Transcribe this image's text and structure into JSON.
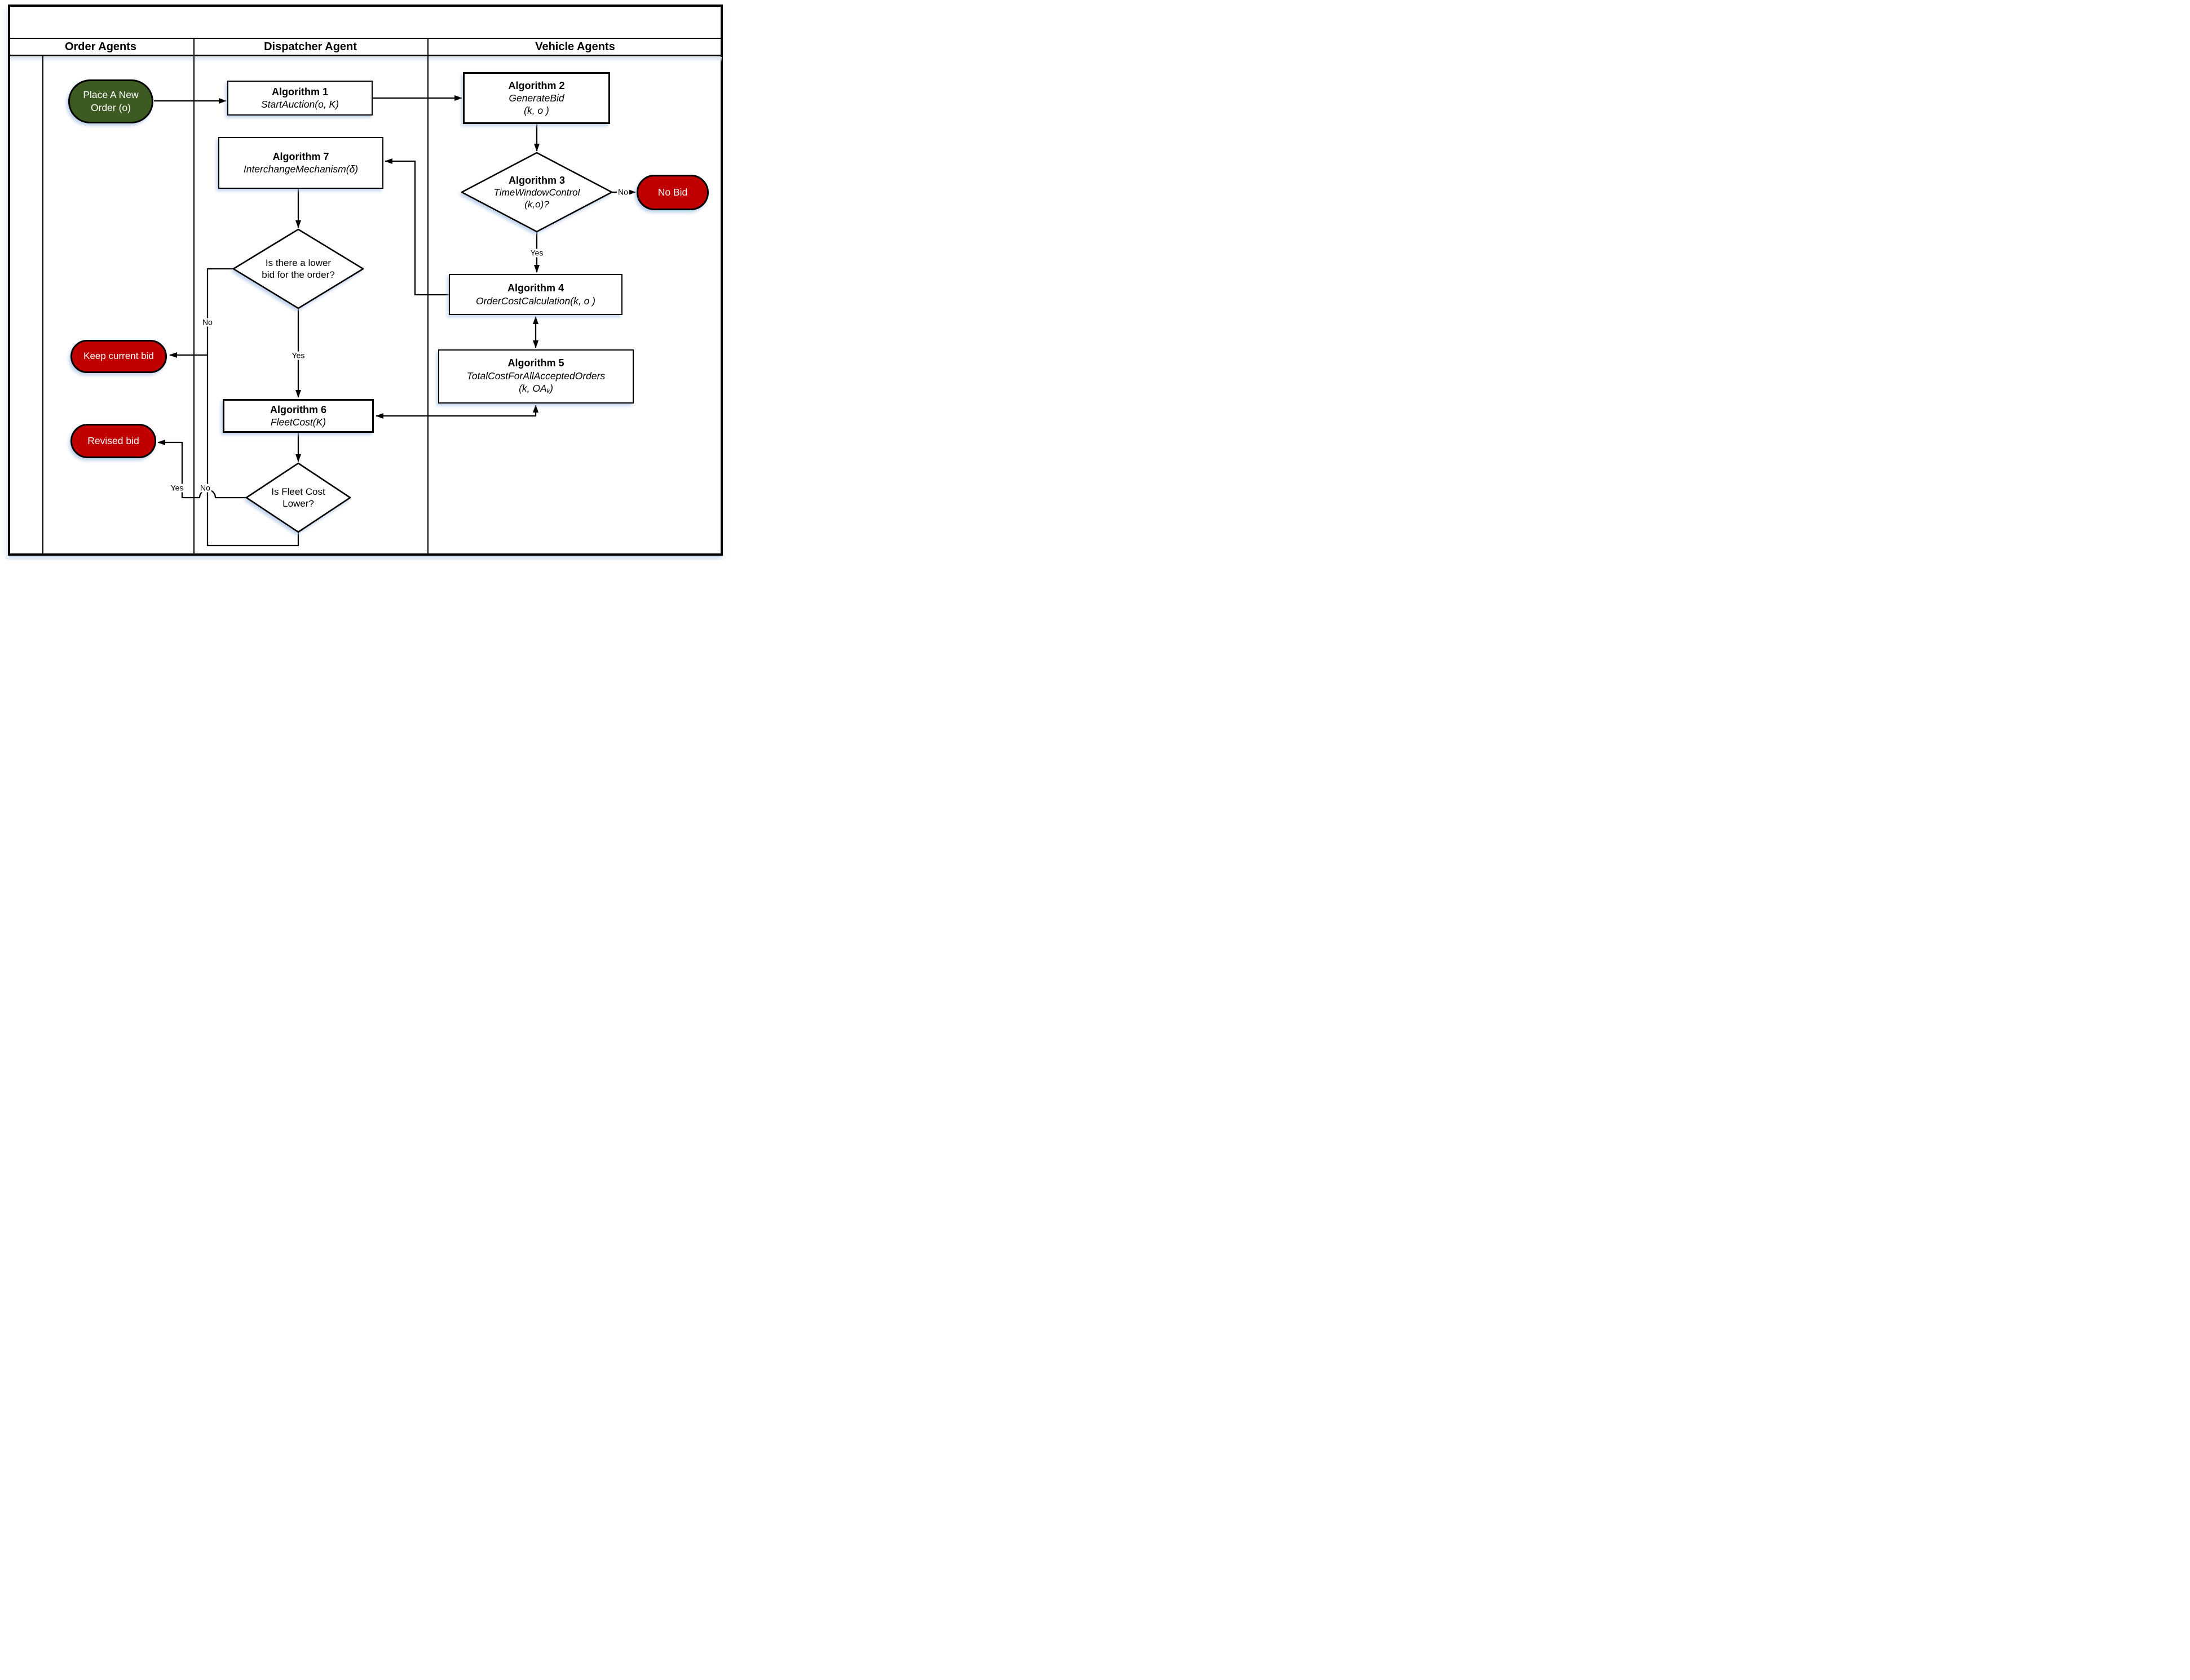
{
  "header": {
    "lanes": [
      "Order Agents",
      "Dispatcher Agent",
      "Vehicle Agents"
    ]
  },
  "nodes": {
    "place_order": {
      "line1": "Place A New",
      "line2": "Order (o)"
    },
    "alg1": {
      "title": "Algorithm 1",
      "subtitle": "StartAuction(o, K)"
    },
    "alg2": {
      "title": "Algorithm 2",
      "subtitle": "GenerateBid",
      "params": "(k, o )"
    },
    "alg3": {
      "title": "Algorithm 3",
      "subtitle": "TimeWindowControl",
      "params": "(k,o)?"
    },
    "alg4": {
      "title": "Algorithm 4",
      "subtitle": "OrderCostCalculation(k, o )"
    },
    "alg5": {
      "title": "Algorithm 5",
      "subtitle": "TotalCostForAllAcceptedOrders",
      "params_pre": "(k, OA",
      "params_sub": "k",
      "params_post": ")"
    },
    "alg6": {
      "title": "Algorithm 6",
      "subtitle": "FleetCost(K)"
    },
    "alg7": {
      "title": "Algorithm 7",
      "subtitle": "InterchangeMechanism(δ)"
    },
    "decision_lower_bid": {
      "line1": "Is there a lower",
      "line2": "bid for the order?"
    },
    "decision_fleet": {
      "line1": "Is Fleet Cost",
      "line2": "Lower?"
    },
    "no_bid": {
      "label": "No Bid"
    },
    "keep_bid": {
      "label": "Keep current bid"
    },
    "revised_bid": {
      "label": "Revised bid"
    }
  },
  "edge_labels": {
    "alg3_no": "No",
    "alg3_yes": "Yes",
    "lower_no": "No",
    "lower_yes": "Yes",
    "fleet_yes": "Yes",
    "fleet_no": "No"
  },
  "colors": {
    "green": "#3e5a23",
    "red": "#c00000",
    "line": "#000000",
    "shadow": "#c8d8ee"
  }
}
